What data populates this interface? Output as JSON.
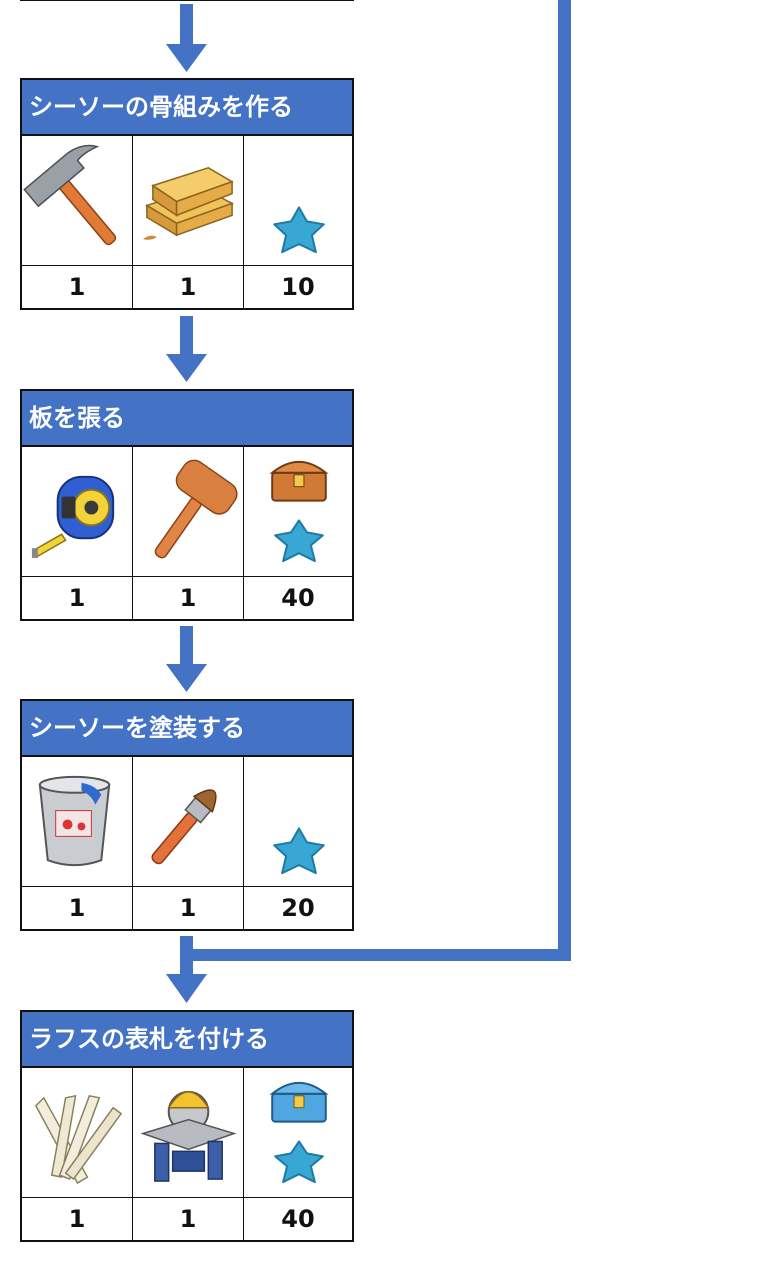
{
  "colors": {
    "accent": "#4472c4",
    "header_text": "#ffffff",
    "star": "#38a7d4"
  },
  "steps": [
    {
      "title": "シーソーの骨組みを作る",
      "items": [
        {
          "icon": "hammer-icon",
          "count": "1"
        },
        {
          "icon": "lumber-icon",
          "count": "1"
        },
        {
          "icon": "blue-star-icon",
          "count": "10"
        }
      ]
    },
    {
      "title": "板を張る",
      "items": [
        {
          "icon": "tape-measure-icon",
          "count": "1"
        },
        {
          "icon": "mallet-icon",
          "count": "1"
        },
        {
          "icon": "chest-and-star-icon",
          "count": "40"
        }
      ]
    },
    {
      "title": "シーソーを塗装する",
      "items": [
        {
          "icon": "paint-bucket-icon",
          "count": "1"
        },
        {
          "icon": "paintbrush-icon",
          "count": "1"
        },
        {
          "icon": "blue-star-icon",
          "count": "20"
        }
      ]
    },
    {
      "title": "ラフスの表札を付ける",
      "items": [
        {
          "icon": "wood-planks-icon",
          "count": "1"
        },
        {
          "icon": "table-saw-icon",
          "count": "1"
        },
        {
          "icon": "blue-chest-and-star-icon",
          "count": "40"
        }
      ]
    }
  ]
}
